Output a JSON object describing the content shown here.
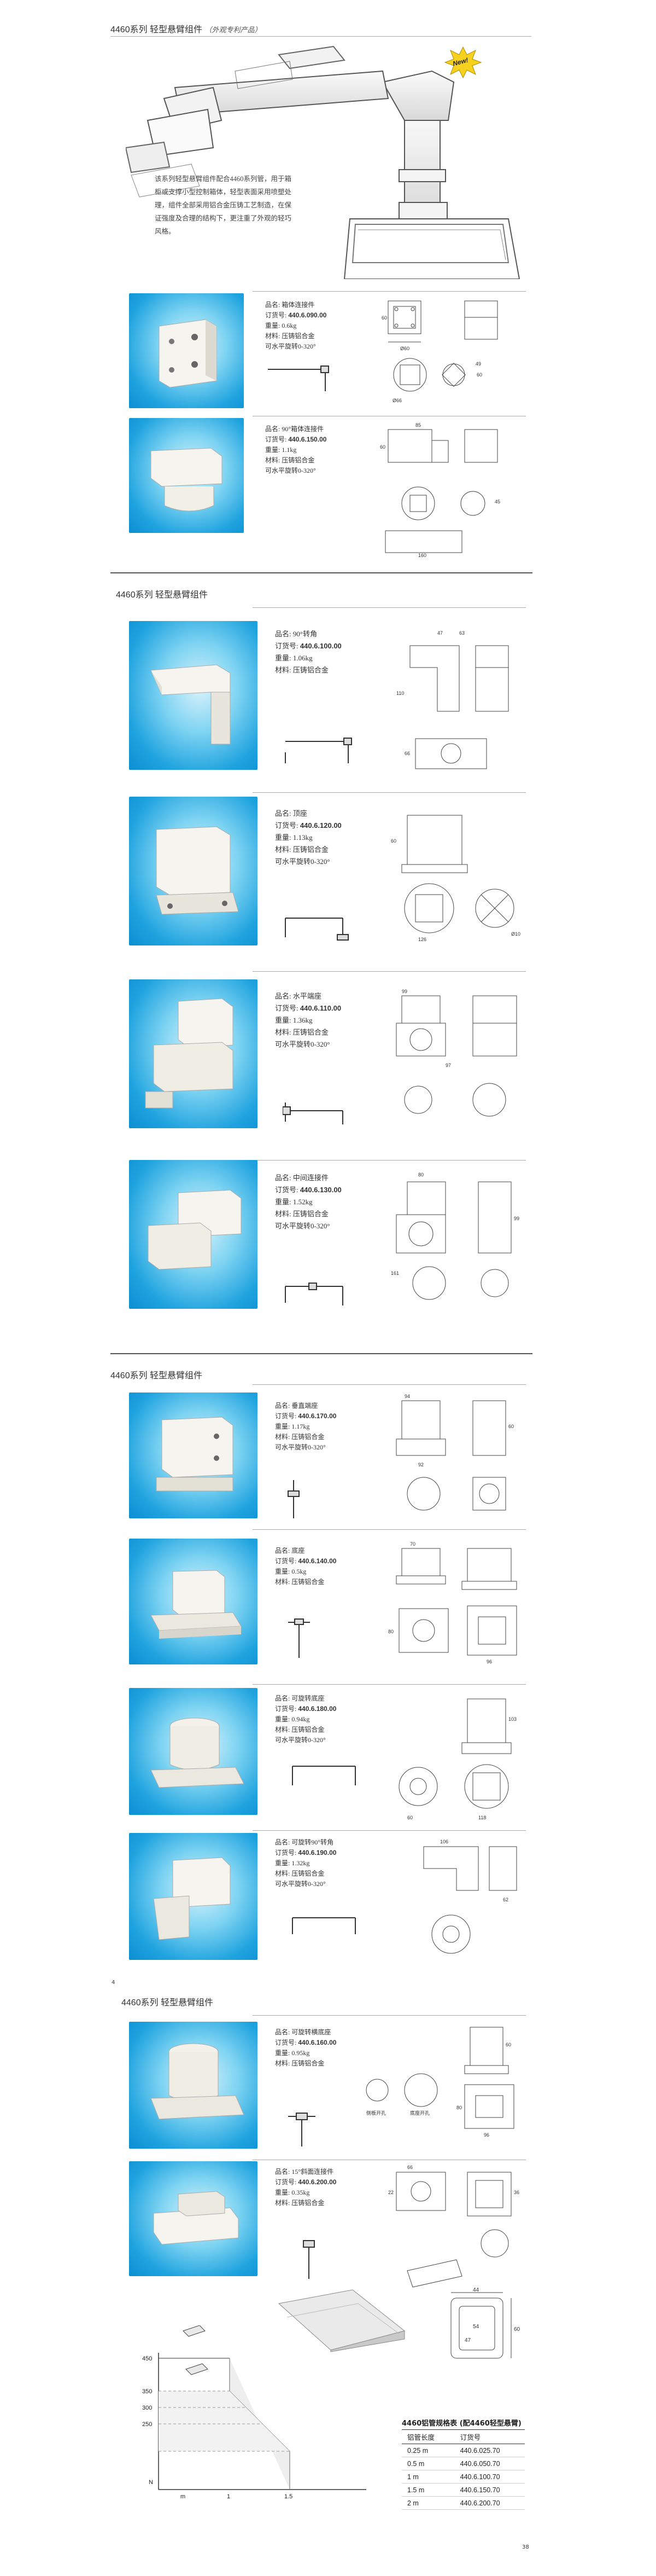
{
  "page": {
    "header_title": "4460系列 轻型悬臂组件",
    "header_note": "（外观专利产品）",
    "new_badge": "New!",
    "intro_text": "该系列轻型悬臂组件配合4460系列管，用于箱柜或支撑小型控制箱体，轻型表面采用喷塑处理，组件全部采用铝合金压铸工艺制造，在保证强度及合理的结构下，更注重了外观的轻巧风格。",
    "section2_title": "4460系列  轻型悬臂组件",
    "section3_title": "4460系列  轻型悬臂组件",
    "section4_title": "4460系列  轻型悬臂组件",
    "page_number": "38",
    "page_marker": "4",
    "accent_color": "#1fa3df"
  },
  "labels": {
    "name": "品名:",
    "order": "订货号:",
    "weight": "重量:",
    "material": "材料:",
    "rotate": "可水平旋转0-320°"
  },
  "products": [
    {
      "name": "箱体连接件",
      "order_no": "440.6.090.00",
      "weight": "0.6kg",
      "material": "压铸铝合金",
      "rotate": "可水平旋转0-320°",
      "dims": [
        "60",
        "60",
        "Ø60",
        "Ø66",
        "49"
      ]
    },
    {
      "name": "90°箱体连接件",
      "order_no": "440.6.150.00",
      "weight": "1.1kg",
      "material": "压铸铝合金",
      "rotate": "可水平旋转0-320°",
      "dims": [
        "85",
        "60",
        "160",
        "45"
      ]
    },
    {
      "name": "90°转角",
      "order_no": "440.6.100.00",
      "weight": "1.06kg",
      "material": "压铸铝合金",
      "rotate": "",
      "dims": [
        "47",
        "63",
        "110",
        "66"
      ]
    },
    {
      "name": "顶座",
      "order_no": "440.6.120.00",
      "weight": "1.13kg",
      "material": "压铸铝合金",
      "rotate": "可水平旋转0-320°",
      "dims": [
        "60",
        "126",
        "Ø10"
      ]
    },
    {
      "name": "水平端座",
      "order_no": "440.6.110.00",
      "weight": "1.36kg",
      "material": "压铸铝合金",
      "rotate": "可水平旋转0-320°",
      "dims": [
        "99",
        "97"
      ]
    },
    {
      "name": "中间连接件",
      "order_no": "440.6.130.00",
      "weight": "1.52kg",
      "material": "压铸铝合金",
      "rotate": "可水平旋转0-320°",
      "dims": [
        "80",
        "99",
        "161"
      ]
    },
    {
      "name": "垂直端座",
      "order_no": "440.6.170.00",
      "weight": "1.17kg",
      "material": "压铸铝合金",
      "rotate": "可水平旋转0-320°",
      "dims": [
        "94",
        "92",
        "60"
      ]
    },
    {
      "name": "底座",
      "order_no": "440.6.140.00",
      "weight": "0.5kg",
      "material": "压铸铝合金",
      "rotate": "",
      "dims": [
        "70",
        "80",
        "96"
      ]
    },
    {
      "name": "可旋转底座",
      "order_no": "440.6.180.00",
      "weight": "0.94kg",
      "material": "压铸铝合金",
      "rotate": "可水平旋转0-320°",
      "dims": [
        "60",
        "118",
        "103"
      ]
    },
    {
      "name": "可旋转90°转角",
      "order_no": "440.6.190.00",
      "weight": "1.32kg",
      "material": "压铸铝合金",
      "rotate": "可水平旋转0-320°",
      "dims": [
        "106",
        "62"
      ]
    },
    {
      "name": "可旋转横底座",
      "order_no": "440.6.160.00",
      "weight": "0.95kg",
      "material": "压铸铝合金",
      "rotate": "",
      "dims": [
        "60",
        "80",
        "96"
      ],
      "captions": [
        "侧板开孔",
        "底座开孔"
      ]
    },
    {
      "name": "15°斜面连接件",
      "order_no": "440.6.200.00",
      "weight": "0.35kg",
      "material": "压铸铝合金",
      "rotate": "",
      "dims": [
        "66",
        "36",
        "22"
      ]
    }
  ],
  "profile": {
    "dims": [
      "44",
      "54",
      "60",
      "47"
    ]
  },
  "load_chart": {
    "y_ticks": [
      "450",
      "350",
      "300",
      "250"
    ],
    "x_ticks": [
      "1",
      "1.5"
    ],
    "x_unit": "m",
    "y_unit": "N"
  },
  "length_table": {
    "title": "4460铝管规格表 (配4460轻型悬臂)",
    "headers": [
      "铝管长度",
      "订货号"
    ],
    "rows": [
      [
        "0.25 m",
        "440.6.025.70"
      ],
      [
        "0.5 m",
        "440.6.050.70"
      ],
      [
        "1 m",
        "440.6.100.70"
      ],
      [
        "1.5 m",
        "440.6.150.70"
      ],
      [
        "2 m",
        "440.6.200.70"
      ]
    ]
  }
}
